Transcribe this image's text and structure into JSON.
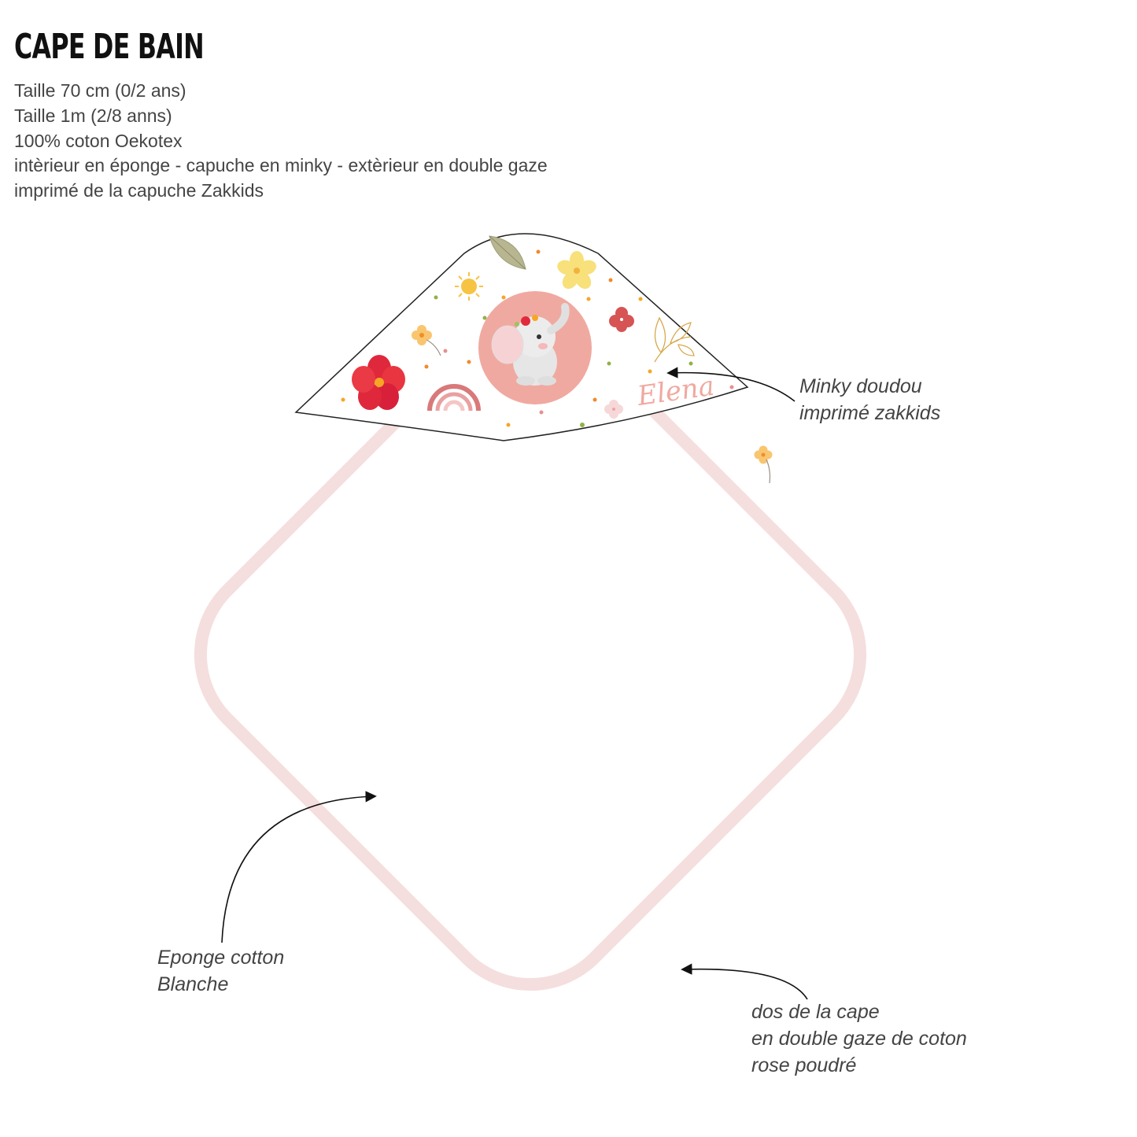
{
  "header": {
    "title": "CAPE DE BAIN",
    "specs": [
      "Taille 70 cm (0/2 ans)",
      "Taille 1m (2/8 anns)",
      "100% coton Oekotex",
      "intèrieur en éponge  - capuche en minky - extèrieur en double gaze",
      "imprimé de la capuche Zakkids"
    ]
  },
  "hood": {
    "name_print": "Elena"
  },
  "annotations": {
    "hood": [
      "Minky doudou",
      "imprimé zakkids"
    ],
    "inner": [
      "Eponge cotton",
      "Blanche"
    ],
    "back": [
      "dos de la cape",
      "en double gaze de coton",
      "rose poudré"
    ]
  },
  "colors": {
    "border_pink": "#f5dede",
    "medallion": "#f0a9a0",
    "name_pink": "#f0a9a0",
    "outline": "#222222"
  }
}
